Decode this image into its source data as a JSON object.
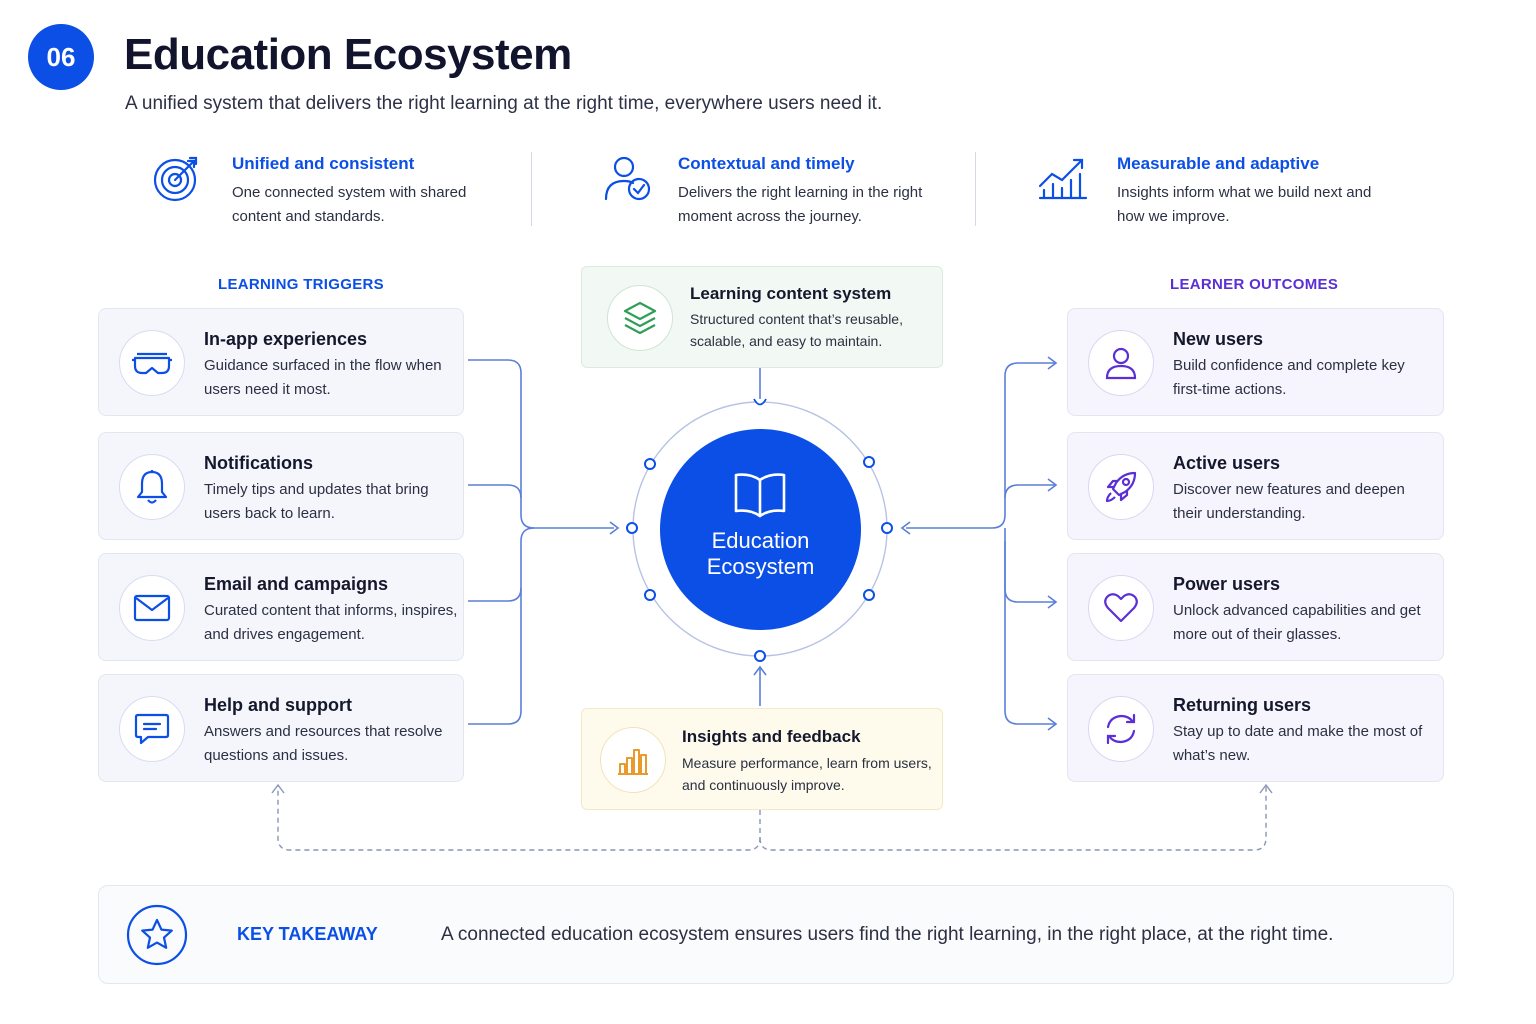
{
  "header": {
    "number": "06",
    "title": "Education Ecosystem",
    "subtitle": "A unified system that delivers the right learning at the right time, everywhere users need it."
  },
  "principles": [
    {
      "icon": "target-icon",
      "title": "Unified and consistent",
      "desc": "One connected system with shared content and standards."
    },
    {
      "icon": "user-check-icon",
      "title": "Contextual and timely",
      "desc": "Delivers the right learning in the right moment across the journey."
    },
    {
      "icon": "growth-chart-icon",
      "title": "Measurable and adaptive",
      "desc": "Insights inform what we build next and how we improve."
    }
  ],
  "triggers": {
    "label": "LEARNING TRIGGERS",
    "items": [
      {
        "icon": "vr-headset-icon",
        "title": "In-app experiences",
        "desc": "Guidance surfaced in the flow when users need it most."
      },
      {
        "icon": "bell-icon",
        "title": "Notifications",
        "desc": "Timely tips and updates that bring users back to learn."
      },
      {
        "icon": "mail-icon",
        "title": "Email and campaigns",
        "desc": "Curated content that informs, inspires, and drives engagement."
      },
      {
        "icon": "chat-icon",
        "title": "Help and support",
        "desc": "Answers and resources that resolve questions and issues."
      }
    ]
  },
  "outcomes": {
    "label": "LEARNER OUTCOMES",
    "items": [
      {
        "icon": "user-icon",
        "title": "New users",
        "desc": "Build confidence and complete key first-time actions."
      },
      {
        "icon": "rocket-icon",
        "title": "Active users",
        "desc": "Discover new features and deepen their understanding."
      },
      {
        "icon": "heart-icon",
        "title": "Power users",
        "desc": "Unlock advanced capabilities and get more out of their glasses."
      },
      {
        "icon": "refresh-icon",
        "title": "Returning users",
        "desc": "Stay up to date and make the most of what’s new."
      }
    ]
  },
  "content_system": {
    "icon": "layers-icon",
    "title": "Learning content system",
    "desc": "Structured content that’s reusable, scalable, and easy to maintain."
  },
  "insights": {
    "icon": "bar-chart-icon",
    "title": "Insights and feedback",
    "desc": "Measure performance, learn from users, and continuously improve."
  },
  "hub": {
    "icon": "book-icon",
    "line1": "Education",
    "line2": "Ecosystem"
  },
  "takeaway": {
    "icon": "star-icon",
    "label": "KEY TAKEAWAY",
    "text": "A connected education ecosystem ensures users find the right learning, in the right place, at the right time."
  },
  "colors": {
    "primary": "#0b4fe6",
    "accent_purple": "#5b2fd6",
    "connector": "#5b7fd9",
    "green": "#2f9e57",
    "amber": "#e89a2a"
  }
}
